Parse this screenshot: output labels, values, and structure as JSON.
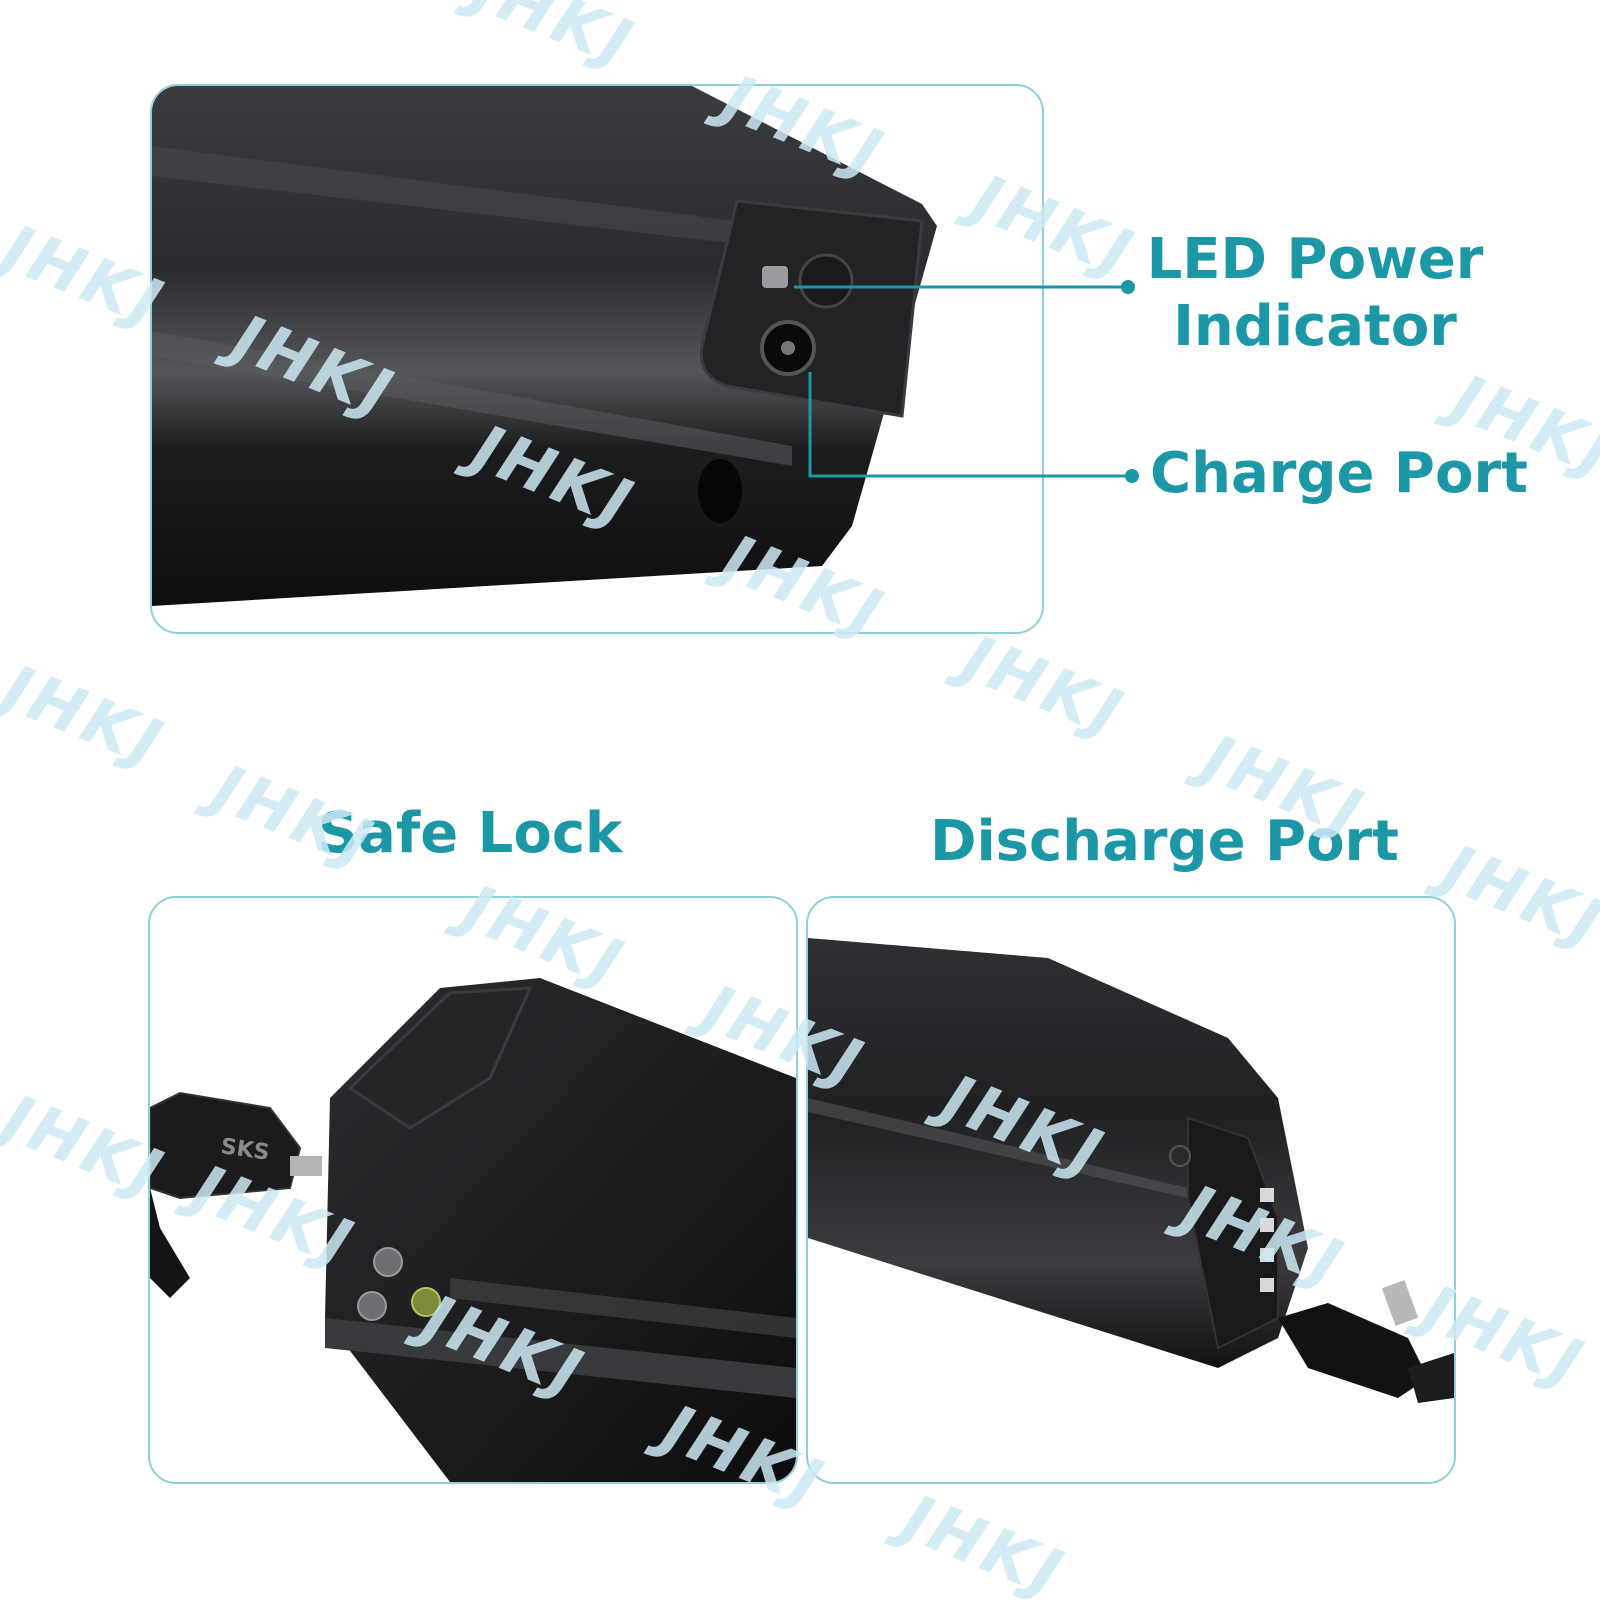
{
  "callouts": {
    "led_line1": "LED Power",
    "led_line2": "Indicator",
    "charge_port": "Charge Port",
    "safe_lock": "Safe Lock",
    "discharge_port": "Discharge Port"
  },
  "key_text": "SKS",
  "watermark": "JHKJ",
  "colors": {
    "accent": "#1b97a6",
    "panel_border": "#8fd0d8",
    "battery": "#1e1e20",
    "watermark": "#cde9f5"
  }
}
